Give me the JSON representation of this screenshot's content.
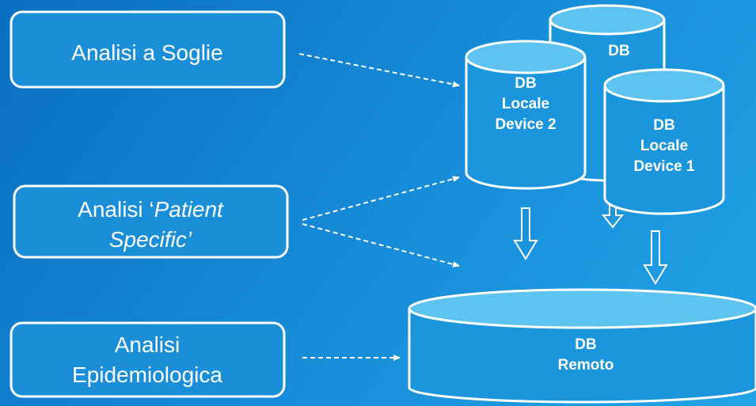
{
  "boxes": [
    {
      "id": "soglie",
      "lines": [
        [
          {
            "text": "Analisi a Soglie",
            "italic": false
          }
        ]
      ]
    },
    {
      "id": "patient",
      "lines": [
        [
          {
            "text": "Analisi ‘",
            "italic": false
          },
          {
            "text": "Patient",
            "italic": true
          }
        ],
        [
          {
            "text": "Specific’",
            "italic": true
          }
        ]
      ]
    },
    {
      "id": "epidemio",
      "lines": [
        [
          {
            "text": "Analisi",
            "italic": false
          }
        ],
        [
          {
            "text": "Epidemiologica",
            "italic": false
          }
        ]
      ]
    }
  ],
  "databases": [
    {
      "id": "db-back",
      "lines": [
        "DB"
      ]
    },
    {
      "id": "db-device2",
      "lines": [
        "DB",
        "Locale",
        "Device 2"
      ]
    },
    {
      "id": "db-device1",
      "lines": [
        "DB",
        "Locale",
        "Device 1"
      ]
    },
    {
      "id": "db-remote",
      "lines": [
        "DB",
        "Remoto"
      ]
    }
  ],
  "colors": {
    "background_start": "#0b6fc0",
    "background_end": "#22a4e6",
    "box_fill": "#1a8fd8",
    "cylinder_body": "#1b95dc",
    "cylinder_top": "#5ec3f0",
    "stroke": "#ffffff"
  }
}
